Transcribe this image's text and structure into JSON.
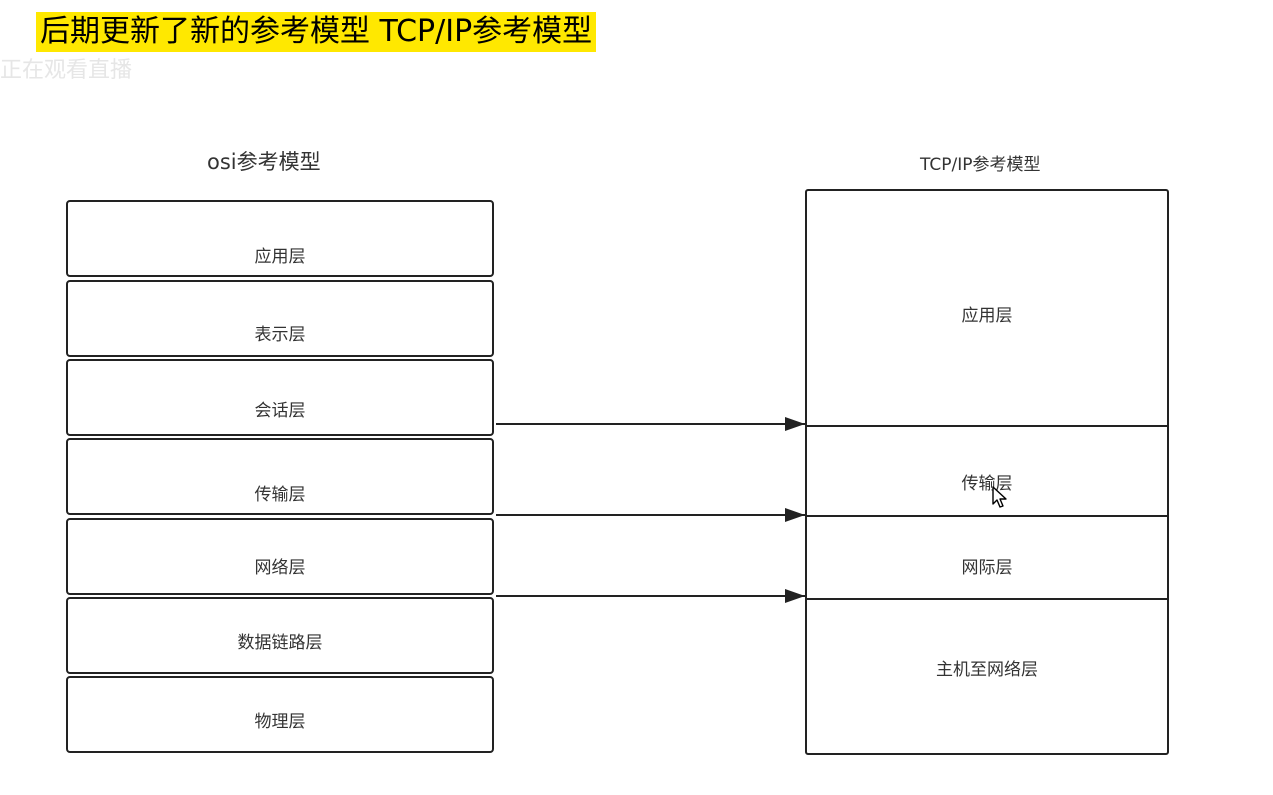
{
  "banner": {
    "text": "后期更新了新的参考模型 TCP/IP参考模型"
  },
  "watermark": {
    "text": "正在观看直播"
  },
  "osi": {
    "title": "osi参考模型",
    "layers": [
      "应用层",
      "表示层",
      "会话层",
      "传输层",
      "网络层",
      "数据链路层",
      "物理层"
    ]
  },
  "tcpip": {
    "title": "TCP/IP参考模型",
    "layers": [
      "应用层",
      "传输层",
      "网际层",
      "主机至网络层"
    ]
  },
  "colors": {
    "banner_bg": "#ffe800",
    "stroke": "#222222"
  },
  "icons": {
    "cursor": "mouse-pointer-icon"
  }
}
